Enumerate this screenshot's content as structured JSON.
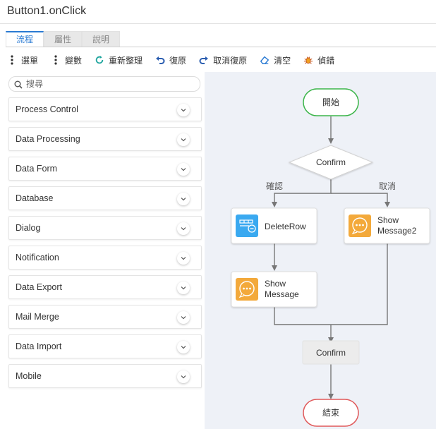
{
  "window": {
    "title": "Button1.onClick"
  },
  "tabs": [
    {
      "label": "流程",
      "active": true
    },
    {
      "label": "屬性",
      "active": false
    },
    {
      "label": "說明",
      "active": false
    }
  ],
  "toolbar": {
    "menu": "選單",
    "variables": "變數",
    "reorganize": "重新整理",
    "undo": "復原",
    "redo": "取消復原",
    "clear": "清空",
    "debug": "偵錯"
  },
  "search": {
    "placeholder": "搜尋",
    "value": ""
  },
  "categories": [
    "Process Control",
    "Data Processing",
    "Data Form",
    "Database",
    "Dialog",
    "Notification",
    "Data Export",
    "Mail Merge",
    "Data Import",
    "Mobile"
  ],
  "flow": {
    "start": "開始",
    "decision": "Confirm",
    "yes_label": "確認",
    "no_label": "取消",
    "delete_row": "DeleteRow",
    "show_message_line1": "Show",
    "show_message_line2": "Message",
    "show_message2_line1": "Show",
    "show_message2_line2": "Message2",
    "merge": "Confirm",
    "end": "結束"
  },
  "colors": {
    "accent": "#2a7ad3",
    "start_border": "#3cb54a",
    "end_border": "#e0595a",
    "db_icon": "#3aa9f0",
    "msg_icon": "#f3a93b"
  }
}
